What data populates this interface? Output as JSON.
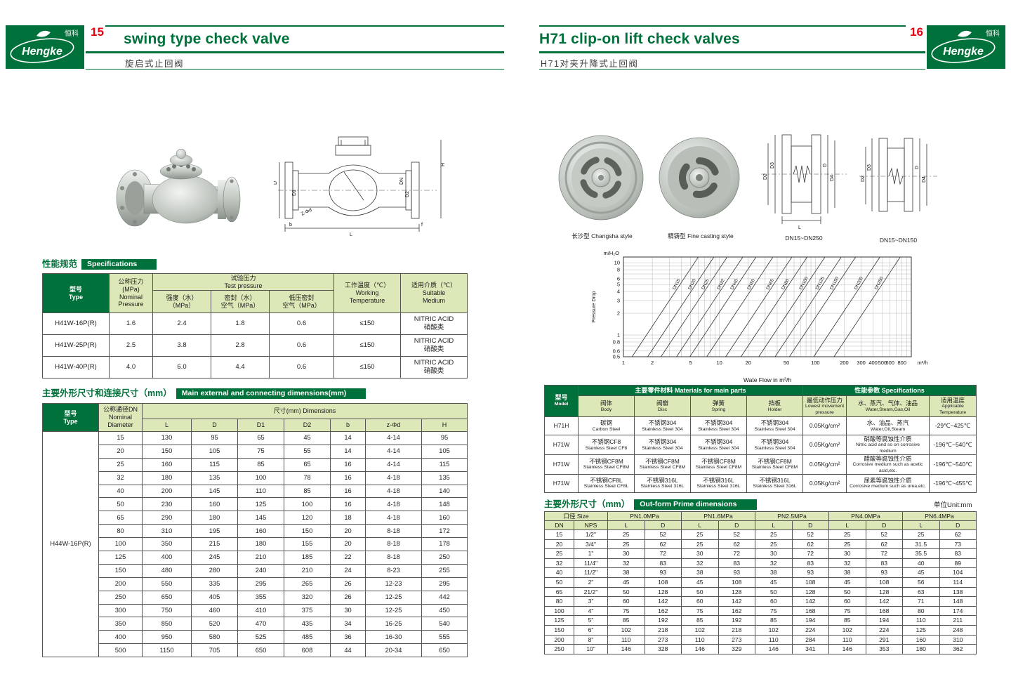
{
  "brand": {
    "name_cn": "恒科",
    "name_en": "Hengke"
  },
  "left_page": {
    "page_number": "15",
    "title": "swing type check valve",
    "subtitle": "旋启式止回阀",
    "spec_section": {
      "title_cn": "性能规范",
      "title_en": "Specifications"
    },
    "spec_table": {
      "head": [
        [
          {
            "t": [
              "型号",
              "Type"
            ],
            "rs": 2,
            "c": "dg"
          },
          {
            "t": [
              "公称压力",
              "(MPa)",
              "Nominal",
              "Pressure"
            ],
            "rs": 2
          },
          {
            "t": [
              "试验压力",
              "Test pressure"
            ],
            "cs": 3
          },
          {
            "t": [
              "工作温度（℃）",
              "Working",
              "Temperature"
            ],
            "rs": 2
          },
          {
            "t": [
              "适用介质（℃）",
              "Suitable",
              "Medium"
            ],
            "rs": 2
          }
        ],
        [
          {
            "t": [
              "强度（水）",
              "（MPa）"
            ]
          },
          {
            "t": [
              "密封（水）",
              "空气（MPa）"
            ]
          },
          {
            "t": [
              "低压密封",
              "空气（MPa）"
            ]
          }
        ]
      ],
      "body": [
        [
          "H41W-16P(R)",
          "1.6",
          "2.4",
          "1.8",
          "0.6",
          "≤150",
          {
            "t": [
              "NITRIC ACID",
              "硝酸类"
            ]
          }
        ],
        [
          "H41W-25P(R)",
          "2.5",
          "3.8",
          "2.8",
          "0.6",
          "≤150",
          {
            "t": [
              "NITRIC ACID",
              "硝酸类"
            ]
          }
        ],
        [
          "H41W-40P(R)",
          "4.0",
          "6.0",
          "4.4",
          "0.6",
          "≤150",
          {
            "t": [
              "NITRIC ACID",
              "硝酸类"
            ]
          }
        ]
      ]
    },
    "dim_section": {
      "title_cn": "主要外形尺寸和连接尺寸（mm）",
      "title_en": "Main external and connecting dimensions(mm)"
    },
    "dim_table": {
      "head": [
        [
          {
            "t": [
              "型号",
              "Type"
            ],
            "rs": 2,
            "c": "dg"
          },
          {
            "t": [
              "公称通径DN",
              "Nominal",
              "Diameter"
            ],
            "rs": 2
          },
          {
            "t": "尺寸(mm) Dimensions",
            "cs": 7
          }
        ],
        [
          "L",
          "D",
          "D1",
          "D2",
          "b",
          "z-Φd",
          "H"
        ]
      ],
      "body": [
        [
          {
            "t": "H44W-16P(R)",
            "rs": 17
          },
          "15",
          "130",
          "95",
          "65",
          "45",
          "14",
          "4-14",
          "95"
        ],
        [
          "20",
          "150",
          "105",
          "75",
          "55",
          "14",
          "4-14",
          "105"
        ],
        [
          "25",
          "160",
          "115",
          "85",
          "65",
          "16",
          "4-14",
          "115"
        ],
        [
          "32",
          "180",
          "135",
          "100",
          "78",
          "16",
          "4-18",
          "135"
        ],
        [
          "40",
          "200",
          "145",
          "110",
          "85",
          "16",
          "4-18",
          "140"
        ],
        [
          "50",
          "230",
          "160",
          "125",
          "100",
          "16",
          "4-18",
          "148"
        ],
        [
          "65",
          "290",
          "180",
          "145",
          "120",
          "18",
          "4-18",
          "160"
        ],
        [
          "80",
          "310",
          "195",
          "160",
          "150",
          "20",
          "8-18",
          "172"
        ],
        [
          "100",
          "350",
          "215",
          "180",
          "155",
          "20",
          "8-18",
          "178"
        ],
        [
          "125",
          "400",
          "245",
          "210",
          "185",
          "22",
          "8-18",
          "250"
        ],
        [
          "150",
          "480",
          "280",
          "240",
          "210",
          "24",
          "8-23",
          "255"
        ],
        [
          "200",
          "550",
          "335",
          "295",
          "265",
          "26",
          "12-23",
          "295"
        ],
        [
          "250",
          "650",
          "405",
          "355",
          "320",
          "26",
          "12-25",
          "442"
        ],
        [
          "300",
          "750",
          "460",
          "410",
          "375",
          "30",
          "12-25",
          "450"
        ],
        [
          "350",
          "850",
          "520",
          "470",
          "435",
          "34",
          "16-25",
          "540"
        ],
        [
          "400",
          "950",
          "580",
          "525",
          "485",
          "36",
          "16-30",
          "555"
        ],
        [
          "500",
          "1150",
          "705",
          "650",
          "608",
          "44",
          "20-34",
          "650"
        ]
      ]
    },
    "drawing": {
      "labels": [
        "D",
        "D1",
        "H",
        "DN",
        "D2",
        "L",
        "b",
        "f",
        "Z-Φd"
      ]
    }
  },
  "right_page": {
    "page_number": "16",
    "title": "H71 clip-on lift check valves",
    "subtitle": "H71对夹升降式止回阀",
    "photos": [
      {
        "caption_cn": "长沙型",
        "caption_en": "Changsha style"
      },
      {
        "caption_cn": "精铸型",
        "caption_en": "Fine casting style"
      }
    ],
    "drawings": [
      {
        "caption": "DN15~DN250",
        "labels": [
          "D3",
          "D2",
          "D",
          "D4",
          "L"
        ]
      },
      {
        "caption": "DN15~DN150",
        "labels": [
          "D3",
          "D2",
          "D",
          "D4"
        ]
      }
    ],
    "materials_table": {
      "head": [
        [
          {
            "t": [
              "型号",
              "Model"
            ],
            "rs": 2,
            "c": "dg"
          },
          {
            "t": "主要零件材料 Materials for main parts",
            "cs": 4,
            "c": "dg"
          },
          {
            "t": "性能参数 Specifications",
            "cs": 3,
            "c": "dg"
          }
        ],
        [
          {
            "t": [
              "阀体",
              "Body"
            ]
          },
          {
            "t": [
              "阀瓣",
              "Disc"
            ]
          },
          {
            "t": [
              "弹簧",
              "Spring"
            ]
          },
          {
            "t": [
              "挡板",
              "Holder"
            ]
          },
          {
            "t": [
              "最低动作压力",
              "Lowest movement",
              "pressure"
            ]
          },
          {
            "t": [
              "水、蒸汽、气体、油品",
              "Water,Steam,Gas,Oil"
            ]
          },
          {
            "t": [
              "适用温度",
              "Applicable",
              "Temperature"
            ]
          }
        ]
      ],
      "body": [
        [
          "H71H",
          {
            "t": [
              "碳钢",
              "Carbon Steel"
            ]
          },
          {
            "t": [
              "不锈钢304",
              "Stainless Steel 304"
            ]
          },
          {
            "t": [
              "不锈钢304",
              "Stainless Steel 304"
            ]
          },
          {
            "t": [
              "不锈钢304",
              "Stainless Steel 304"
            ]
          },
          "0.05Kg/cm²",
          {
            "t": [
              "水、油品、蒸汽",
              "Water,Oil,Steam"
            ]
          },
          "-29℃~425℃"
        ],
        [
          "H71W",
          {
            "t": [
              "不锈钢CF8",
              "Stainless Steel CF8"
            ]
          },
          {
            "t": [
              "不锈钢304",
              "Stainless Steel 304"
            ]
          },
          {
            "t": [
              "不锈钢304",
              "Stainless Steel 304"
            ]
          },
          {
            "t": [
              "不锈钢304",
              "Stainless Steel 304"
            ]
          },
          "0.05Kg/cm²",
          {
            "t": [
              "硝酸等腐蚀性介质",
              "Nitric acid and so on corrosive medium"
            ]
          },
          "-196℃~540℃"
        ],
        [
          "H71W",
          {
            "t": [
              "不锈钢CF8M",
              "Stainless Steel CF8M"
            ]
          },
          {
            "t": [
              "不锈钢CF8M",
              "Stainless Steel CF8M"
            ]
          },
          {
            "t": [
              "不锈钢CF8M",
              "Stainless Steel CF8M"
            ]
          },
          {
            "t": [
              "不锈钢CF8M",
              "Stainless Steel CF8M"
            ]
          },
          "0.05Kg/cm²",
          {
            "t": [
              "醋酸等腐蚀性介质",
              "Corrosive medium such as acetic acid,etc."
            ]
          },
          "-196℃~540℃"
        ],
        [
          "H71W",
          {
            "t": [
              "不锈钢CF8L",
              "Stainless Steel CF8L"
            ]
          },
          {
            "t": [
              "不锈钢316L",
              "Stainless Steel 316L"
            ]
          },
          {
            "t": [
              "不锈钢316L",
              "Stainless Steel 316L"
            ]
          },
          {
            "t": [
              "不锈钢316L",
              "Stainless Steel 316L"
            ]
          },
          "0.05Kg/cm²",
          {
            "t": [
              "尿素等腐蚀性介质",
              "Corrosive medium such as urea,etc."
            ]
          },
          "-196℃~455℃"
        ]
      ]
    },
    "outform_section": {
      "title_cn": "主要外形尺寸（mm）",
      "title_en": "Out-form Prime dimensions",
      "unit": "单位Unit:mm"
    },
    "outform_table": {
      "head": [
        [
          {
            "t": "口径 Size",
            "cs": 2
          },
          {
            "t": "PN1.0MPa",
            "cs": 2
          },
          {
            "t": "PN1.6MPa",
            "cs": 2
          },
          {
            "t": "PN2.5MPa",
            "cs": 2
          },
          {
            "t": "PN4.0MPa",
            "cs": 2
          },
          {
            "t": "PN6.4MPa",
            "cs": 2
          }
        ],
        [
          "DN",
          "NPS",
          "L",
          "D",
          "L",
          "D",
          "L",
          "D",
          "L",
          "D",
          "L",
          "D"
        ]
      ],
      "body": [
        [
          "15",
          "1/2\"",
          "25",
          "52",
          "25",
          "52",
          "25",
          "52",
          "25",
          "52",
          "25",
          "62"
        ],
        [
          "20",
          "3/4\"",
          "25",
          "62",
          "25",
          "62",
          "25",
          "62",
          "25",
          "62",
          "31.5",
          "73"
        ],
        [
          "25",
          "1\"",
          "30",
          "72",
          "30",
          "72",
          "30",
          "72",
          "30",
          "72",
          "35.5",
          "83"
        ],
        [
          "32",
          "11/4\"",
          "32",
          "83",
          "32",
          "83",
          "32",
          "83",
          "32",
          "83",
          "40",
          "89"
        ],
        [
          "40",
          "11/2\"",
          "38",
          "93",
          "38",
          "93",
          "38",
          "93",
          "38",
          "93",
          "45",
          "104"
        ],
        [
          "50",
          "2\"",
          "45",
          "108",
          "45",
          "108",
          "45",
          "108",
          "45",
          "108",
          "56",
          "114"
        ],
        [
          "65",
          "21/2\"",
          "50",
          "128",
          "50",
          "128",
          "50",
          "128",
          "50",
          "128",
          "63",
          "138"
        ],
        [
          "80",
          "3\"",
          "60",
          "142",
          "60",
          "142",
          "60",
          "142",
          "60",
          "142",
          "71",
          "148"
        ],
        [
          "100",
          "4\"",
          "75",
          "162",
          "75",
          "162",
          "75",
          "168",
          "75",
          "168",
          "80",
          "174"
        ],
        [
          "125",
          "5\"",
          "85",
          "192",
          "85",
          "192",
          "85",
          "194",
          "85",
          "194",
          "110",
          "211"
        ],
        [
          "150",
          "6\"",
          "102",
          "218",
          "102",
          "218",
          "102",
          "224",
          "102",
          "224",
          "125",
          "248"
        ],
        [
          "200",
          "8\"",
          "110",
          "273",
          "110",
          "273",
          "110",
          "284",
          "110",
          "291",
          "160",
          "310"
        ],
        [
          "250",
          "10\"",
          "146",
          "328",
          "146",
          "329",
          "146",
          "341",
          "146",
          "353",
          "180",
          "362"
        ]
      ]
    }
  },
  "chart_data": {
    "type": "line",
    "title": "",
    "ylabel": "Pressure Drop",
    "y_unit_label": "m/H₂O",
    "xlabel": "Wate Flow in m³/h",
    "x_axis_suffix": "m³/h",
    "scale": "log-log",
    "relation": "pressure drop proportional to flow squared",
    "y_ticks": [
      10,
      8,
      6,
      5,
      4,
      3,
      2,
      1,
      0.8,
      0.6,
      0.5
    ],
    "x_ticks": [
      1,
      2,
      5,
      10,
      20,
      50,
      100,
      200,
      300,
      400,
      500,
      600,
      800
    ],
    "xlim": [
      1,
      1000
    ],
    "ylim": [
      0.5,
      12
    ],
    "lines": [
      {
        "name": "DN15",
        "x_at_y10": 5.5
      },
      {
        "name": "DN20",
        "x_at_y10": 8
      },
      {
        "name": "DN25",
        "x_at_y10": 11
      },
      {
        "name": "DN32",
        "x_at_y10": 16
      },
      {
        "name": "DN40",
        "x_at_y10": 22
      },
      {
        "name": "DN50",
        "x_at_y10": 33
      },
      {
        "name": "DN65",
        "x_at_y10": 52
      },
      {
        "name": "DN80",
        "x_at_y10": 75
      },
      {
        "name": "DN100",
        "x_at_y10": 115
      },
      {
        "name": "DN125",
        "x_at_y10": 170
      },
      {
        "name": "DN150",
        "x_at_y10": 240
      },
      {
        "name": "DN200",
        "x_at_y10": 430
      },
      {
        "name": "DN250",
        "x_at_y10": 700
      }
    ]
  }
}
